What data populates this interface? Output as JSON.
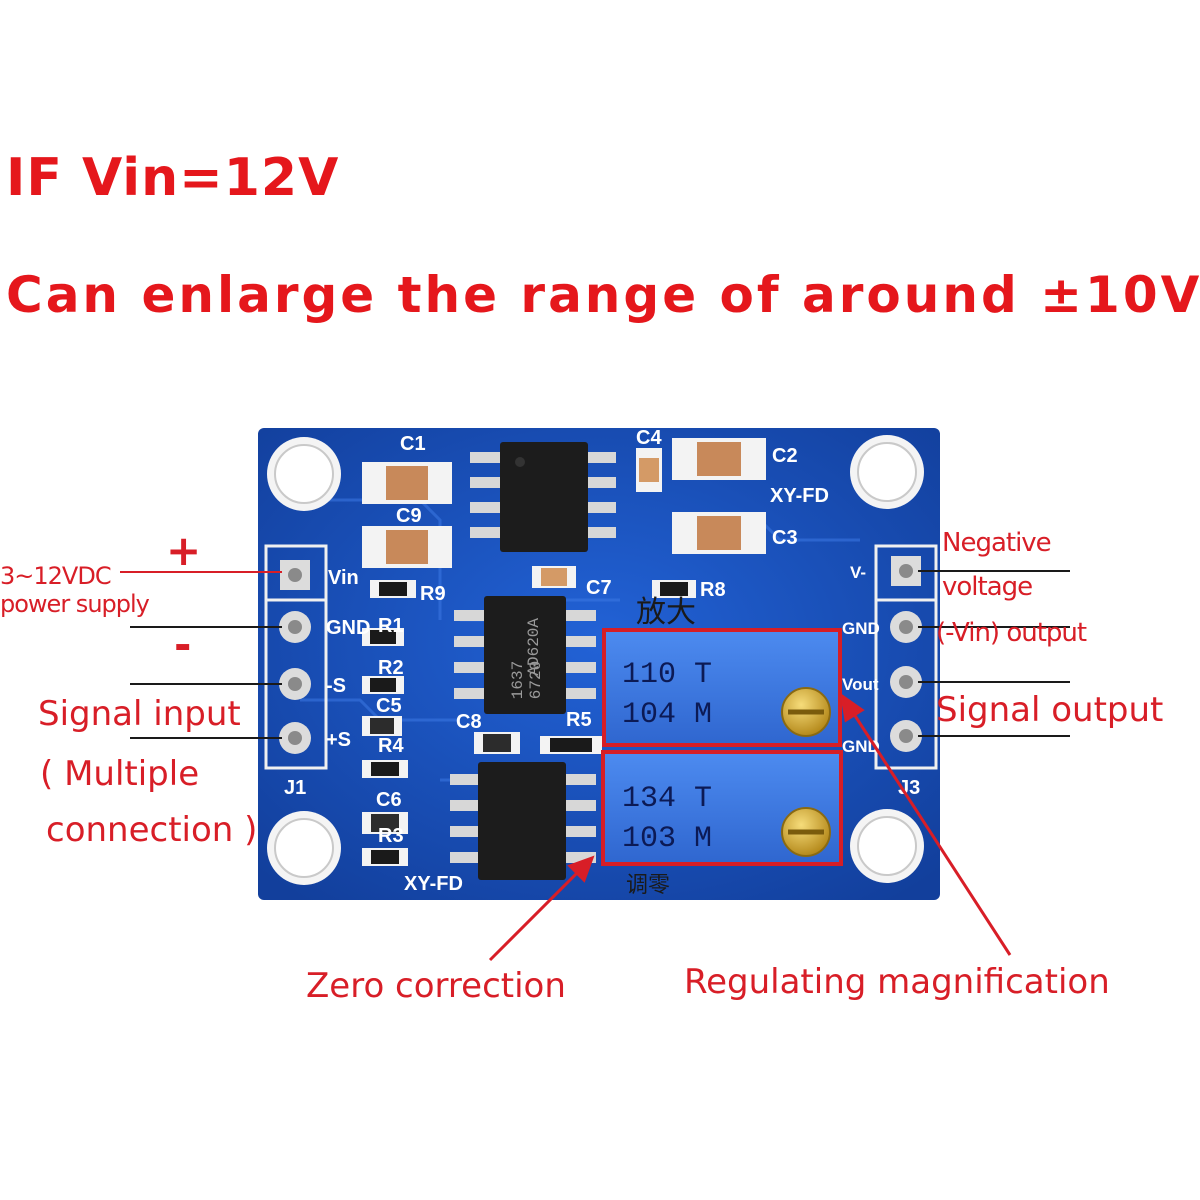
{
  "headline": {
    "line1": "IF Vin=12V",
    "line2": "Can enlarge the range of around ±10V"
  },
  "board": {
    "silkscreen": {
      "c1": "C1",
      "c2": "C2",
      "c3": "C3",
      "c4": "C4",
      "c5": "C5",
      "c6": "C6",
      "c7": "C7",
      "c8": "C8",
      "c9": "C9",
      "r1": "R1",
      "r2": "R2",
      "r3": "R3",
      "r4": "R4",
      "r5": "R5",
      "r8": "R8",
      "r9": "R9",
      "j1": "J1",
      "j3": "J3",
      "model_top": "XY-FD",
      "model_bottom": "XY-FD",
      "pin_vin": "Vin",
      "pin_gnd": "GND",
      "pin_minus_s": "-S",
      "pin_plus_s": "+S",
      "pin_vminus": "V-",
      "pin_gnd_right": "GND",
      "pin_vout": "Vout",
      "pin_gnd_right2": "GND",
      "amp_text": "放大",
      "zero_text": "调零"
    },
    "chip_u2": {
      "line1": "AD620A",
      "line2": "1637",
      "line3": "6720"
    },
    "pot_gain": {
      "line1": "110 T",
      "line2": "104 M"
    },
    "pot_zero": {
      "line1": "134 T",
      "line2": "103 M"
    }
  },
  "annotations": {
    "plus_sign": "+",
    "minus_sign": "-",
    "supply_line1": "3~12VDC",
    "supply_line2": "power supply",
    "signal_input": "Signal input",
    "multiple_line1": "( Multiple",
    "multiple_line2": "connection )",
    "negative_line1": "Negative",
    "negative_line2": "voltage",
    "negative_line3": "(-Vin) output",
    "signal_output": "Signal output",
    "zero_correction": "Zero correction",
    "regulating": "Regulating magnification"
  },
  "colors": {
    "headline": "#e5171c",
    "annotation": "#d81e27",
    "pcb": "#1a56c4",
    "trimpot": "#3b78e0"
  }
}
